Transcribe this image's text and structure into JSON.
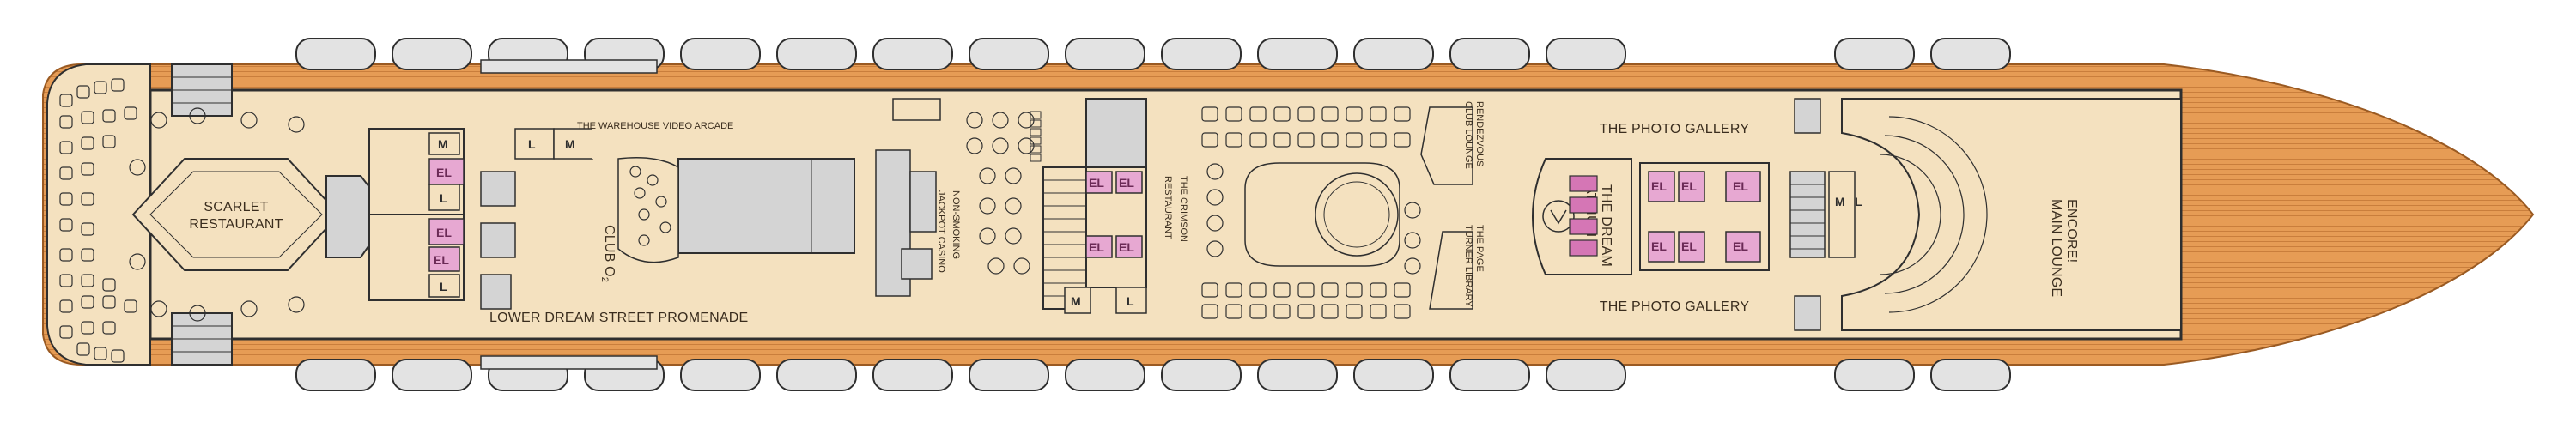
{
  "venues": {
    "scarlet_restaurant": "SCARLET\nRESTAURANT",
    "warehouse": "THE WAREHOUSE VIDEO ARCADE",
    "club_o2": "CLUB O",
    "club_o2_sub": "2",
    "promenade": "LOWER DREAM STREET PROMENADE",
    "casino": "JACKPOT CASINO\nNON-SMOKING",
    "crimson": "THE CRIMSON\nRESTAURANT",
    "rendezvous": "RENDEZVOUS\nCLUB LOUNGE",
    "page_turner": "THE PAGE\nTURNER LIBRARY",
    "dream_atrium": "THE DREAM\nATRIUM",
    "photo_gallery_top": "THE PHOTO GALLERY",
    "photo_gallery_bottom": "THE PHOTO GALLERY",
    "encore": "ENCORE!\nMAIN LOUNGE"
  },
  "symbols": {
    "elevator": "EL",
    "men": "M",
    "ladies": "L"
  },
  "colors": {
    "hull": "#e39a52",
    "hull_dark": "#b86a2a",
    "deck_interior": "#f4e1bf",
    "lifeboat": "#e3e3e3",
    "room_gray": "#d4d4d4",
    "elevator": "#e7a8d2",
    "wall": "#2f2f2f"
  }
}
